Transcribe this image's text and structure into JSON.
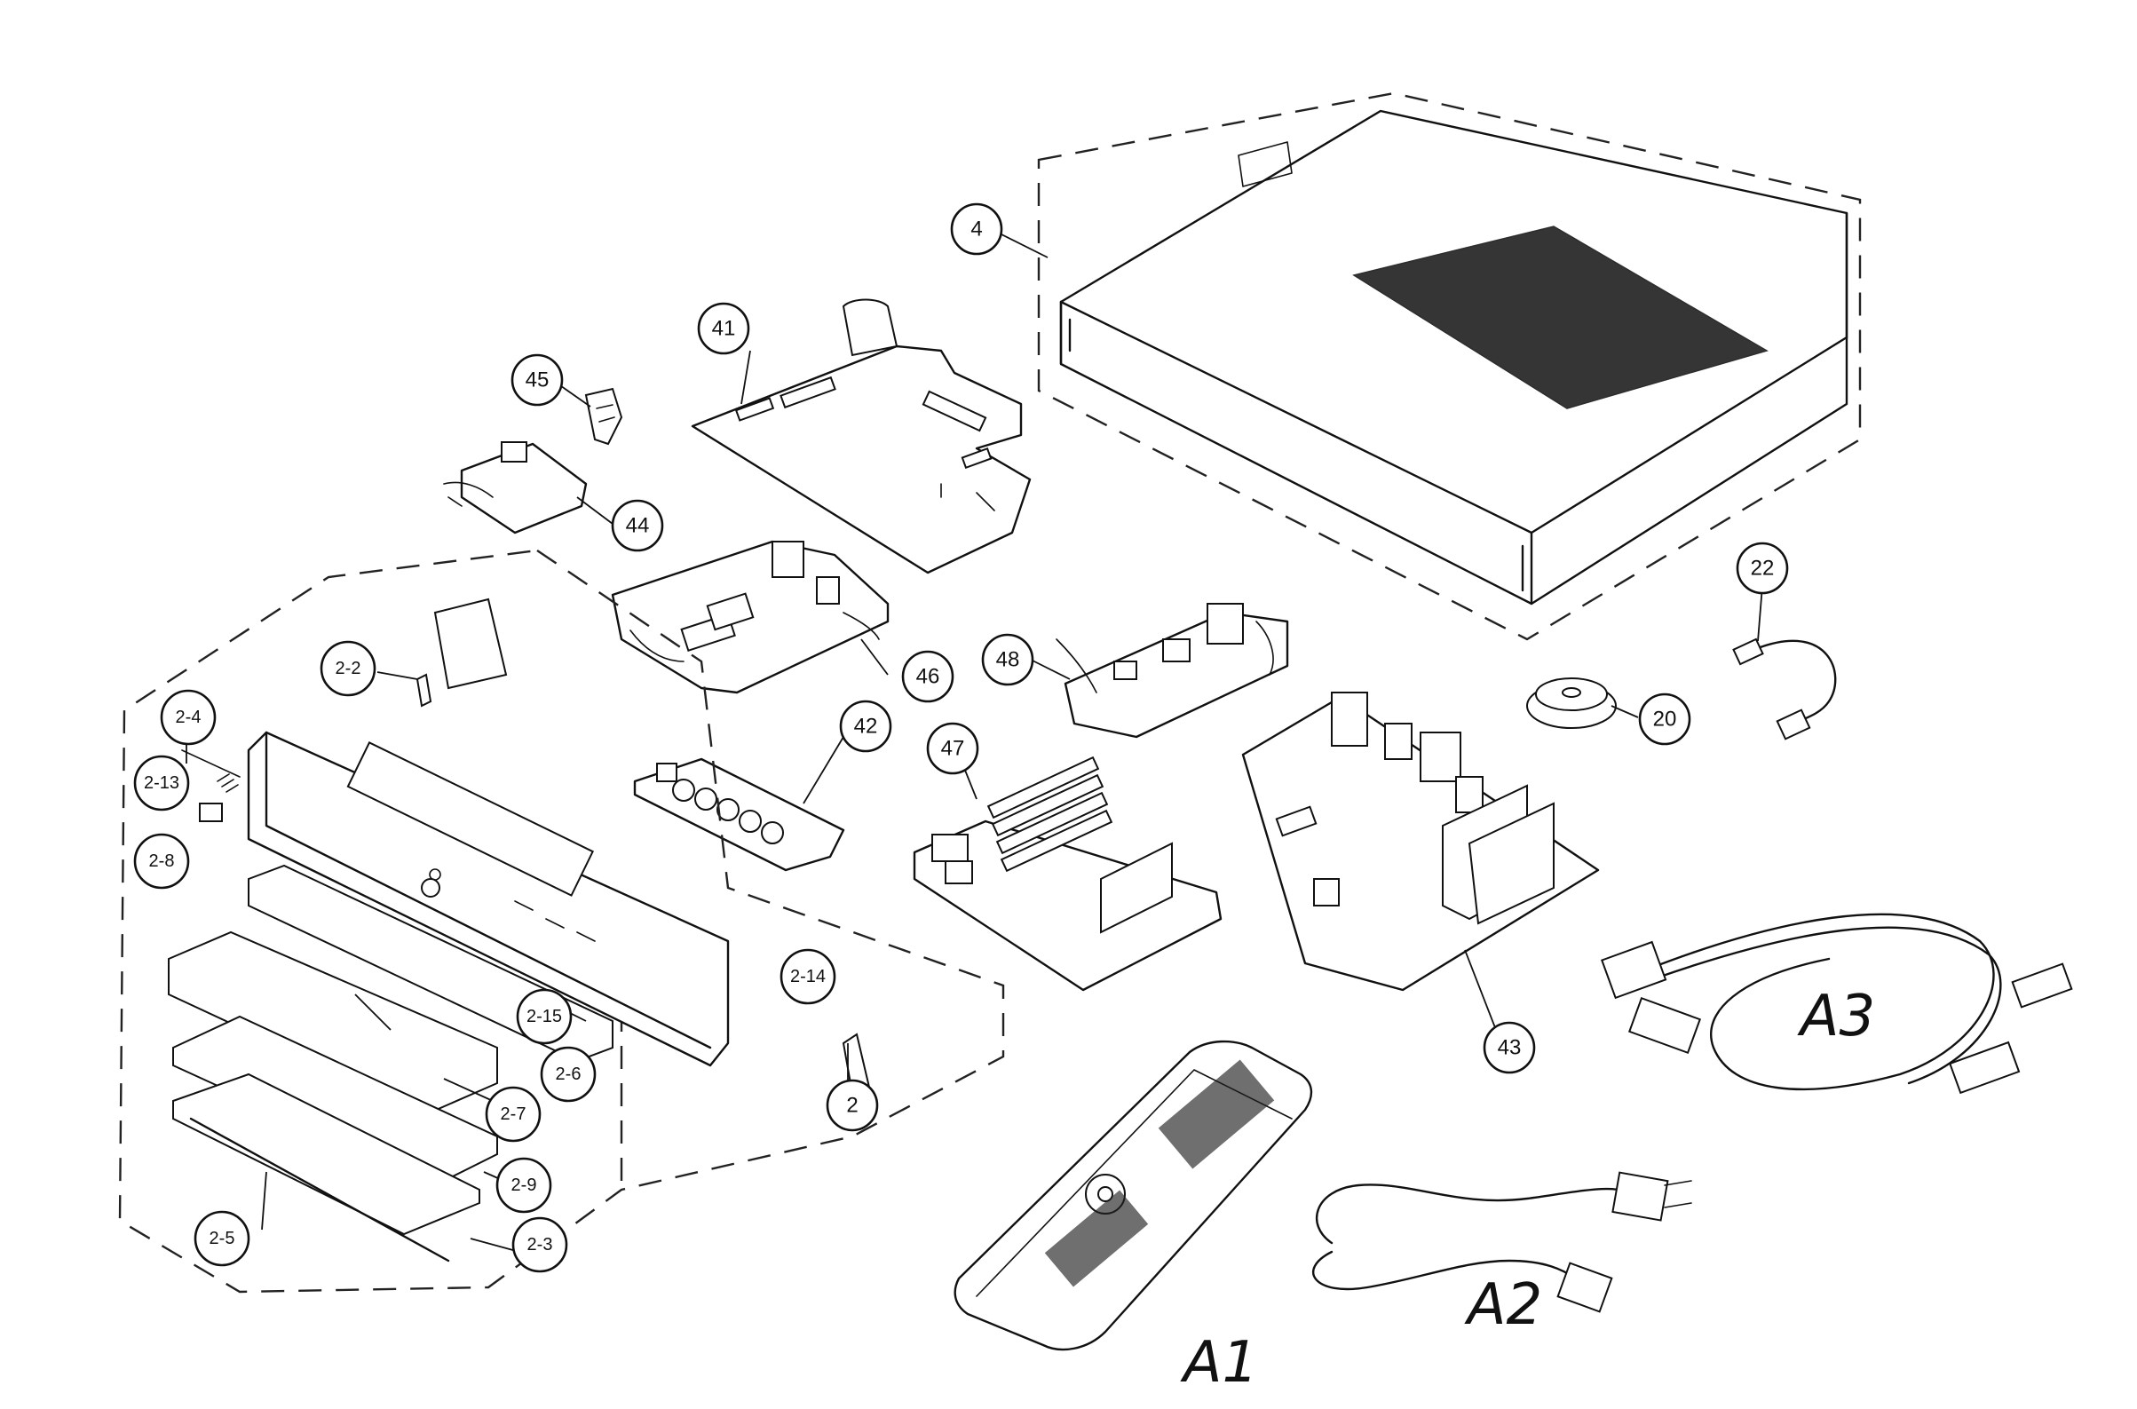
{
  "callouts": {
    "c4": "4",
    "c41": "41",
    "c45": "45",
    "c44": "44",
    "c46": "46",
    "c48": "48",
    "c42": "42",
    "c47": "47",
    "c20": "20",
    "c22": "22",
    "c43": "43",
    "c2": "2",
    "c2_2": "2-2",
    "c2_4": "2-4",
    "c2_13": "2-13",
    "c2_8": "2-8",
    "c2_14": "2-14",
    "c2_15": "2-15",
    "c2_6": "2-6",
    "c2_7": "2-7",
    "c2_9": "2-9",
    "c2_5": "2-5",
    "c2_3": "2-3"
  },
  "handwritten": {
    "a1": "A1",
    "a2": "A2",
    "a3": "A3"
  }
}
